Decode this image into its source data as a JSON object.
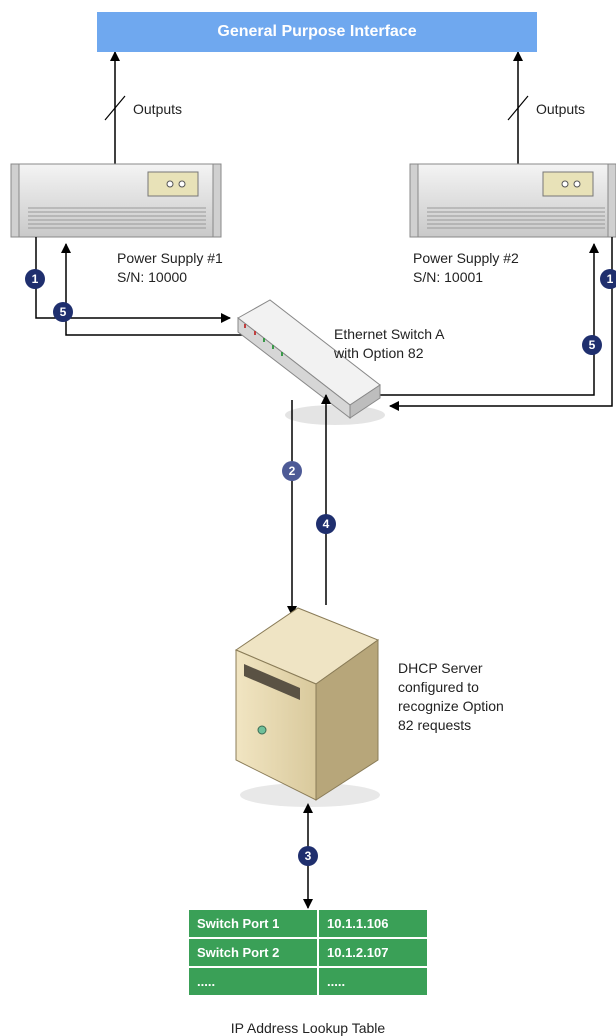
{
  "banner": "General Purpose Interface",
  "outputs_left": "Outputs",
  "outputs_right": "Outputs",
  "ps1": {
    "name": "Power Supply #1",
    "serial": "S/N: 10000"
  },
  "ps2": {
    "name": "Power Supply #2",
    "serial": "S/N: 10001"
  },
  "switch": {
    "line1": "Ethernet Switch A",
    "line2": "with Option 82"
  },
  "server": {
    "lines": [
      "DHCP Server",
      "configured to",
      "recognize Option",
      "82 requests"
    ]
  },
  "steps": {
    "s1": "1",
    "s2": "2",
    "s3": "3",
    "s4": "4",
    "s5": "5"
  },
  "lookup_table": {
    "rows": [
      {
        "port": "Switch Port 1",
        "ip": "10.1.1.106"
      },
      {
        "port": "Switch Port 2",
        "ip": "10.1.2.107"
      },
      {
        "port": ".....",
        "ip": "....."
      }
    ],
    "caption": "IP Address Lookup Table"
  },
  "colors": {
    "banner": "#6fa8ef",
    "badge": "#1f2f6e",
    "table": "#3aa057"
  }
}
